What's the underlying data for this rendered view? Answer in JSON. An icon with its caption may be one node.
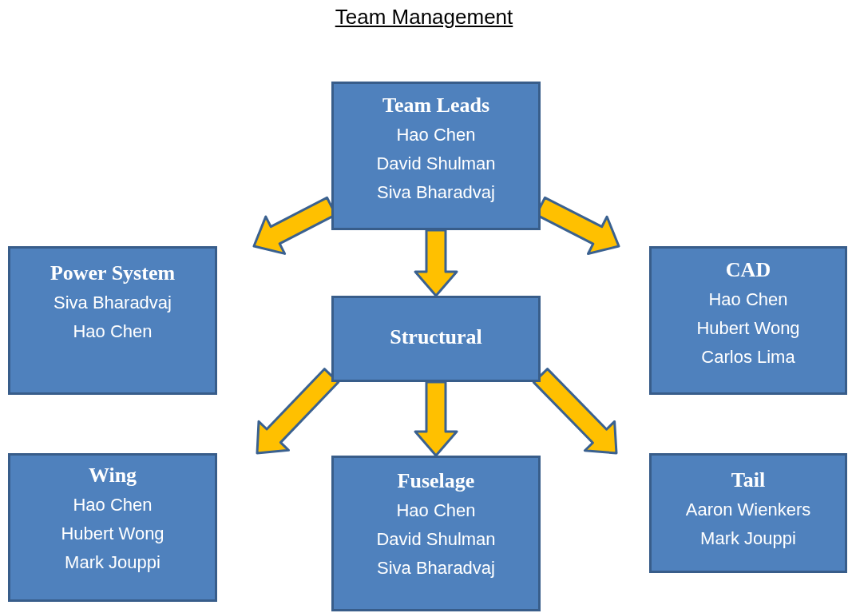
{
  "diagram": {
    "title": "Team Management",
    "nodes": [
      {
        "text": [
          "Team Leads",
          "Hao Chen",
          "David Shulman",
          "Siva Bharadvaj"
        ]
      },
      {
        "text": [
          "Power System",
          "Siva Bharadvaj",
          "Hao Chen"
        ]
      },
      {
        "text": [
          "Structural"
        ]
      },
      {
        "text": [
          "CAD",
          "Hao Chen",
          "Hubert Wong",
          "Carlos Lima"
        ]
      },
      {
        "text": [
          "Wing",
          "Hao Chen",
          "Hubert Wong",
          "Mark Jouppi"
        ]
      },
      {
        "text": [
          "Fuselage",
          "Hao Chen",
          "David Shulman",
          "Siva Bharadvaj"
        ]
      },
      {
        "text": [
          "Tail",
          "Aaron Wienkers",
          "Mark Jouppi"
        ]
      }
    ],
    "edges": [
      {
        "from": 0,
        "to": 1,
        "arrow": "to"
      },
      {
        "from": 0,
        "to": 2,
        "arrow": "to"
      },
      {
        "from": 0,
        "to": 3,
        "arrow": "to"
      },
      {
        "from": 2,
        "to": 4,
        "arrow": "to"
      },
      {
        "from": 2,
        "to": 5,
        "arrow": "to"
      },
      {
        "from": 2,
        "to": 6,
        "arrow": "to"
      }
    ]
  }
}
